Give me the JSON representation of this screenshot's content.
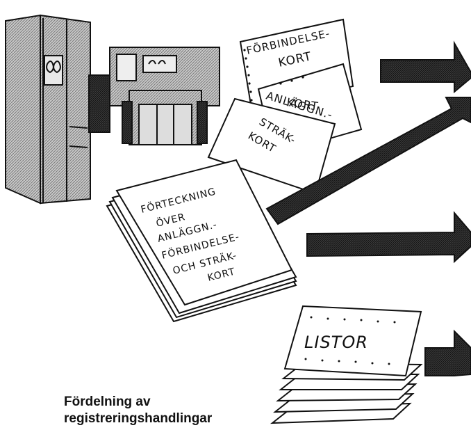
{
  "cards": {
    "forbindelse": [
      "FÖRBINDELSE-",
      "KORT"
    ],
    "anlaggn": [
      "ANLÄGGN.-",
      "KORT"
    ],
    "strak": [
      "STRÄK-",
      "KORT"
    ]
  },
  "listing": [
    "FÖRTECKNING",
    "ÖVER",
    "ANLÄGGN.-",
    "FÖRBINDELSE-",
    "OCH STRÄK-",
    "KORT"
  ],
  "listor": "LISTOR",
  "caption": [
    "Fördelning av",
    "registreringshandlingar"
  ],
  "colors": {
    "ink": "#111111",
    "arrow_fill": "#333333",
    "hatch": "#9a9a9a"
  }
}
